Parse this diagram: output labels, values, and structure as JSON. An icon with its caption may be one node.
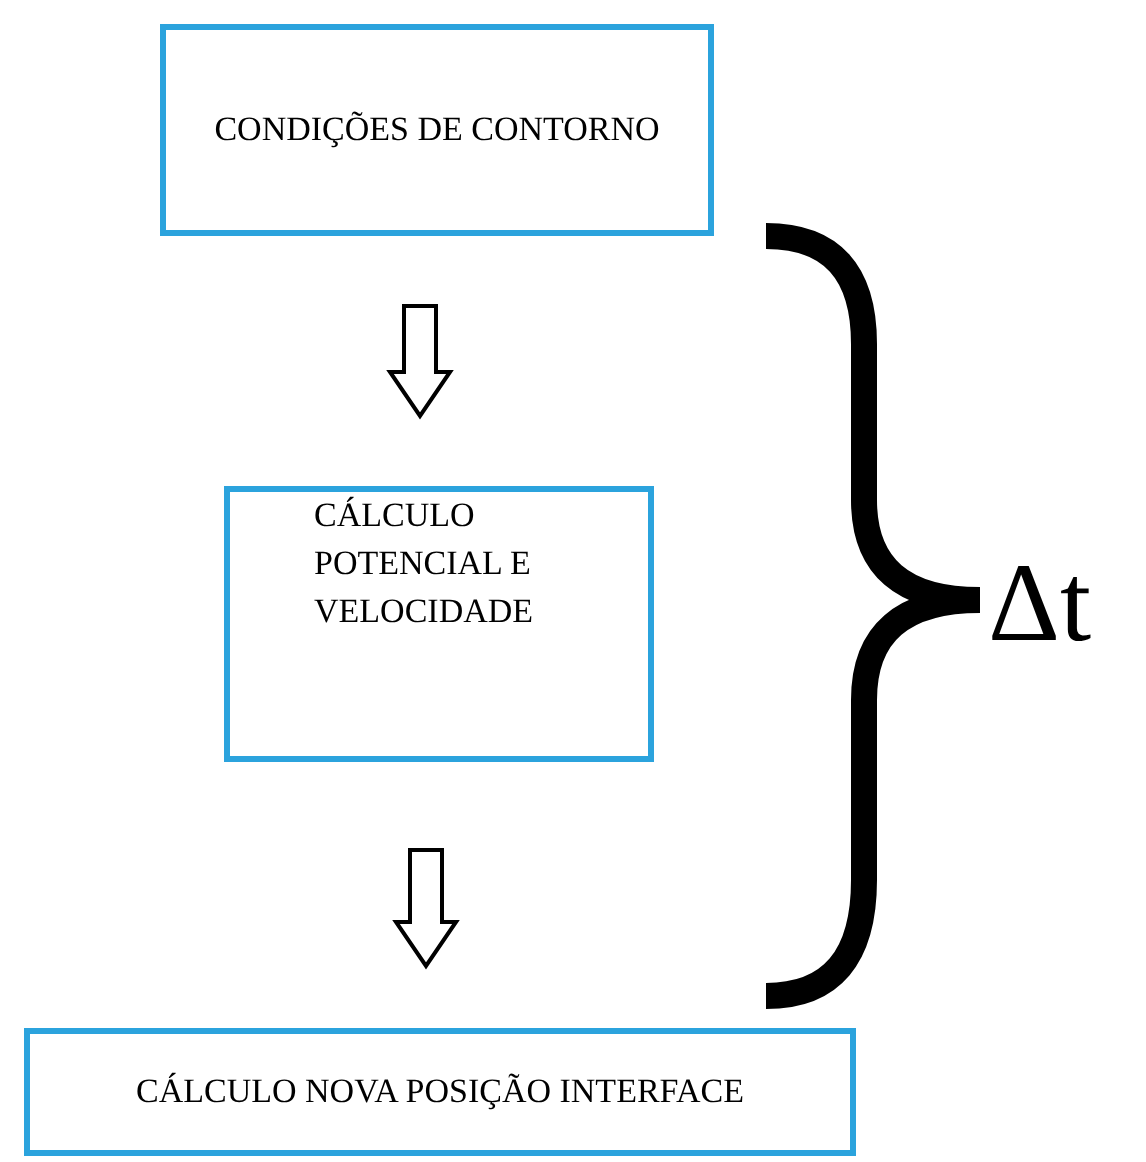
{
  "diagram": {
    "nodes": [
      {
        "text": [
          "CONDIÇÕES DE CONTORNO"
        ]
      },
      {
        "text": [
          "CÁLCULO POTENCIAL E VELOCIDADE"
        ]
      },
      {
        "text": [
          "CÁLCULO NOVA POSIÇÃO INTERFACE"
        ]
      }
    ],
    "edges": [
      {
        "from": 0,
        "to": 1,
        "arrow": "to"
      },
      {
        "from": 1,
        "to": 2,
        "arrow": "to"
      }
    ],
    "labels": [
      "Δt"
    ]
  }
}
